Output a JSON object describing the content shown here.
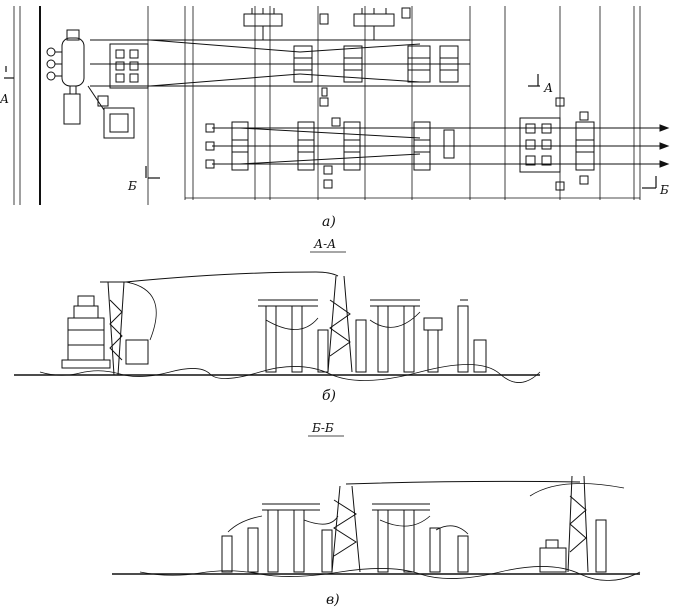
{
  "figure": {
    "captions": {
      "plan": "а)",
      "section_aa": "б)",
      "section_bb": "в)"
    },
    "section_titles": {
      "aa": "А-А",
      "bb": "Б-Б"
    },
    "cut_marks": {
      "a_left": "А",
      "a_right": "А",
      "b_left": "Б",
      "b_right": "Б"
    }
  },
  "colors": {
    "ink": "#111111",
    "paper": "#ffffff"
  }
}
